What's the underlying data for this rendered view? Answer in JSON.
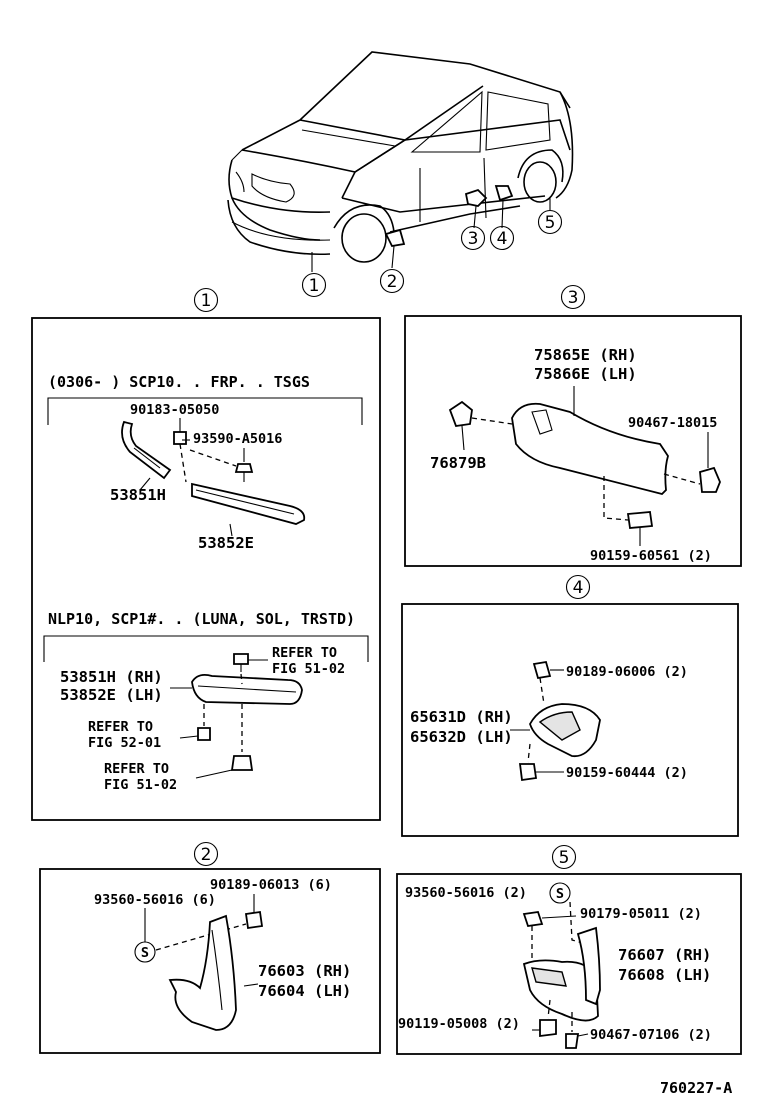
{
  "car_callouts": [
    "1",
    "2",
    "3",
    "4",
    "5"
  ],
  "figure_code": "760227-A",
  "panels": {
    "p1": {
      "num": "1",
      "group_a": {
        "header": "(0306-      )  SCP10. . FRP. . TSGS",
        "parts": [
          "90183-05050",
          "93590-A5016",
          "53851H",
          "53852E"
        ]
      },
      "group_b": {
        "header": "NLP10, SCP1#. .  (LUNA, SOL, TRSTD)",
        "part_rh": "53851H (RH)",
        "part_lh": "53852E (LH)",
        "refer_top_1": "REFER TO",
        "refer_top_2": "FIG 51-02",
        "refer_mid_1": "REFER TO",
        "refer_mid_2": "FIG 52-01",
        "refer_bot_1": "REFER TO",
        "refer_bot_2": "FIG 51-02"
      }
    },
    "p2": {
      "num": "2",
      "parts": [
        "90189-06013 (6)",
        "93560-56016 (6)",
        "76603 (RH)",
        "76604 (LH)"
      ],
      "s_mark": "S"
    },
    "p3": {
      "num": "3",
      "parts": [
        "75865E (RH)",
        "75866E (LH)",
        "90467-18015",
        "76879B",
        "90159-60561 (2)"
      ]
    },
    "p4": {
      "num": "4",
      "parts": [
        "90189-06006 (2)",
        "65631D (RH)",
        "65632D (LH)",
        "90159-60444 (2)"
      ]
    },
    "p5": {
      "num": "5",
      "parts": [
        "93560-56016 (2)",
        "90179-05011 (2)",
        "76607 (RH)",
        "76608 (LH)",
        "90119-05008 (2)",
        "90467-07106 (2)"
      ],
      "s_mark": "S"
    }
  }
}
